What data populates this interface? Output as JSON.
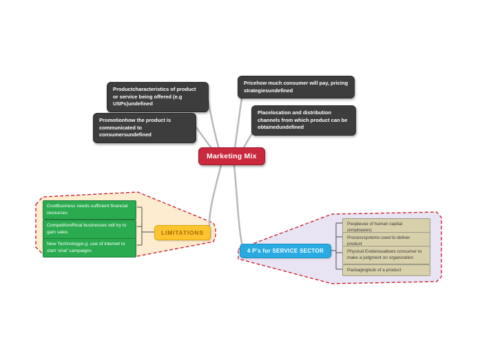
{
  "title": "Marketing Mix mind map",
  "root": {
    "label": "Marketing Mix"
  },
  "branches": {
    "product": {
      "label": "Productcharacteristics of product or service being offered (e.g USPs)undefined"
    },
    "price": {
      "label": "Pricehow much consumer will pay, pricing strategiesundefined"
    },
    "promotion": {
      "label": "Promotionhow the product is communicated to consumersundefined"
    },
    "place": {
      "label": "Placelocation and distribution channels from which product can be obtainedundefined"
    }
  },
  "limitations": {
    "label": "LIMITATIONS",
    "children": [
      {
        "label": "CostBusiness needs sufficient financial resources"
      },
      {
        "label": "CompetitionRival businesses will try to gain sales"
      },
      {
        "label": "New Technologye.g. use of internet to start 'viral' campaigns"
      }
    ]
  },
  "service_sector": {
    "label": "4 P's for SERVICE SECTOR",
    "children": [
      {
        "label": "Peopleuse of human capital (employees)"
      },
      {
        "label": "Processsystems used to deliver product"
      },
      {
        "label": "Physical Evidenceallows consumer to make a judgment on organization"
      },
      {
        "label": "Packaginglook of a product"
      }
    ]
  },
  "colors": {
    "root_bg": "#c9283d",
    "dark_node_bg": "#3d3d3d",
    "limitations_bg": "#fdc431",
    "limitations_fg": "#a86a00",
    "green_bg": "#2bab50",
    "blue_bg": "#29abe2",
    "tan_bg": "#d8d0ab",
    "region_left_bg": "#fdeccf",
    "region_right_bg": "#e9e4f4",
    "region_border": "#cc2233",
    "link_color": "#b8b8b8"
  }
}
